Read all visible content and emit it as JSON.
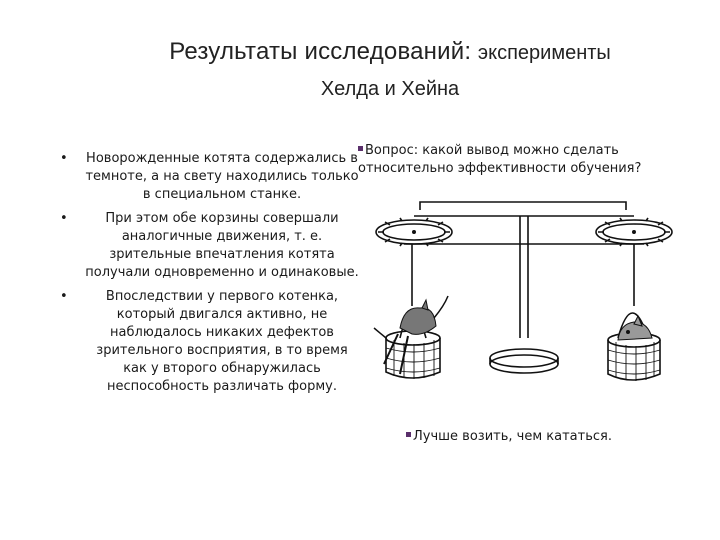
{
  "title": {
    "part1": "Результаты исследований:",
    "part2": "эксперименты",
    "line2": "Хелда и Хейна"
  },
  "bullet_symbol": "•",
  "bullets": [
    "Новорожденные котята содержались в темноте, а на свету находились только в специальном станке.",
    "При этом обе корзины совершали аналогичные движения, т. е. зрительные впечатления котята получали одновременно и одинаковые.",
    "Впоследствии у первого котенка, который двигался активно, не наблюдалось никаких дефектов зрительного восприятия, в то время как у второго обнаружилась неспособность различать форму."
  ],
  "question": "Вопрос: какой вывод можно сделать относительно эффективности обучения?",
  "answer": "Лучше возить, чем кататься.",
  "colors": {
    "square_marker": "#5a2f6b",
    "text": "#1a1a1a"
  }
}
